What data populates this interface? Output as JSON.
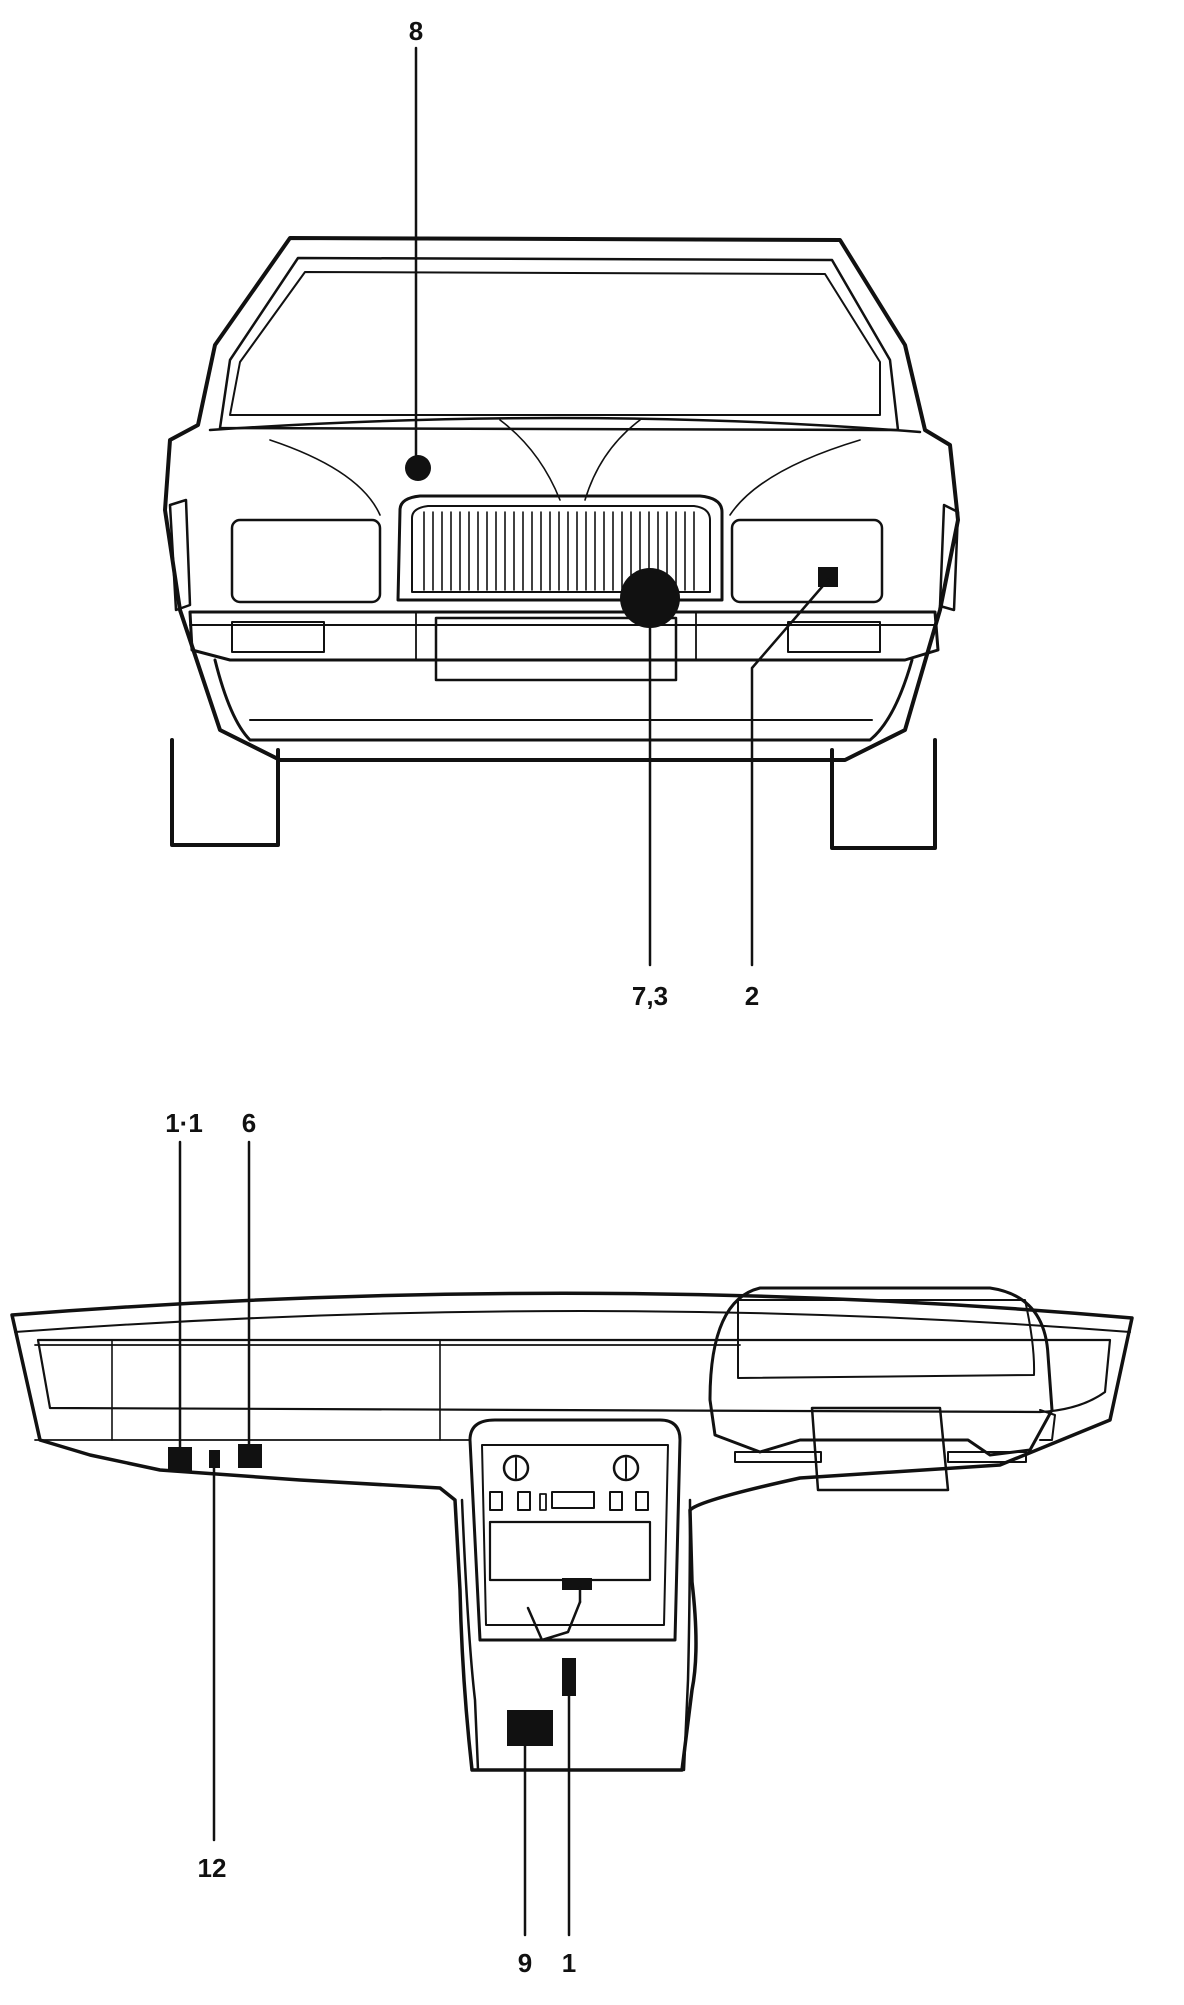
{
  "diagram": {
    "callouts": {
      "c8": "8",
      "c73": "7,3",
      "c2": "2",
      "c11": "1·1",
      "c6": "6",
      "c12": "12",
      "c9": "9",
      "c1": "1"
    }
  }
}
